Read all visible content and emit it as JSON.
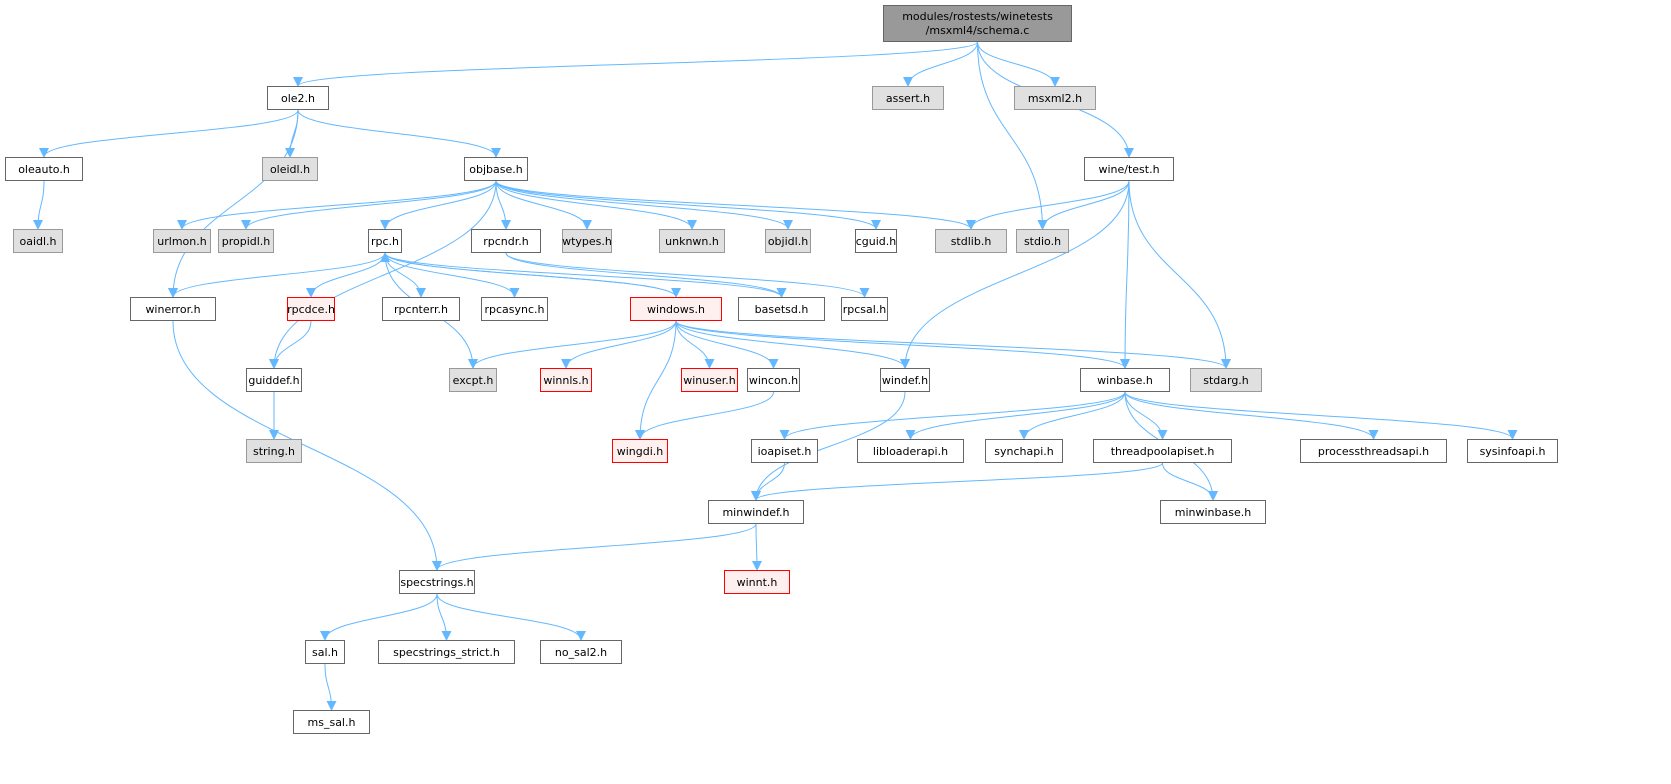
{
  "colors": {
    "edge": "#63b8ff",
    "root_fill": "#999999",
    "system_fill": "#e0e0e0",
    "truncated_border": "#ff0000"
  },
  "nodes": {
    "root": {
      "label": "modules/rostests/winetests\n/msxml4/schema.c",
      "kind": "root"
    },
    "ole2": {
      "label": "ole2.h",
      "kind": "normal"
    },
    "assert": {
      "label": "assert.h",
      "kind": "system"
    },
    "msxml2": {
      "label": "msxml2.h",
      "kind": "system"
    },
    "winetest": {
      "label": "wine/test.h",
      "kind": "normal"
    },
    "oleauto": {
      "label": "oleauto.h",
      "kind": "normal"
    },
    "oleidl": {
      "label": "oleidl.h",
      "kind": "system"
    },
    "objbase": {
      "label": "objbase.h",
      "kind": "normal"
    },
    "oaidl": {
      "label": "oaidl.h",
      "kind": "system"
    },
    "urlmon": {
      "label": "urlmon.h",
      "kind": "system"
    },
    "propidl": {
      "label": "propidl.h",
      "kind": "system"
    },
    "rpc": {
      "label": "rpc.h",
      "kind": "normal"
    },
    "rpcndr": {
      "label": "rpcndr.h",
      "kind": "normal"
    },
    "wtypes": {
      "label": "wtypes.h",
      "kind": "system"
    },
    "unknwn": {
      "label": "unknwn.h",
      "kind": "system"
    },
    "objidl": {
      "label": "objidl.h",
      "kind": "system"
    },
    "cguid": {
      "label": "cguid.h",
      "kind": "normal"
    },
    "stdlib": {
      "label": "stdlib.h",
      "kind": "system"
    },
    "stdio": {
      "label": "stdio.h",
      "kind": "system"
    },
    "winerror": {
      "label": "winerror.h",
      "kind": "normal"
    },
    "rpcdce": {
      "label": "rpcdce.h",
      "kind": "truncated"
    },
    "rpcnterr": {
      "label": "rpcnterr.h",
      "kind": "normal"
    },
    "rpcasync": {
      "label": "rpcasync.h",
      "kind": "normal"
    },
    "windows": {
      "label": "windows.h",
      "kind": "truncated"
    },
    "basetsd": {
      "label": "basetsd.h",
      "kind": "normal"
    },
    "rpcsal": {
      "label": "rpcsal.h",
      "kind": "normal"
    },
    "guiddef": {
      "label": "guiddef.h",
      "kind": "normal"
    },
    "excpt": {
      "label": "excpt.h",
      "kind": "system"
    },
    "winnls": {
      "label": "winnls.h",
      "kind": "truncated"
    },
    "winuser": {
      "label": "winuser.h",
      "kind": "truncated"
    },
    "wincon": {
      "label": "wincon.h",
      "kind": "normal"
    },
    "windef": {
      "label": "windef.h",
      "kind": "normal"
    },
    "winbase": {
      "label": "winbase.h",
      "kind": "normal"
    },
    "stdarg": {
      "label": "stdarg.h",
      "kind": "system"
    },
    "string": {
      "label": "string.h",
      "kind": "system"
    },
    "wingdi": {
      "label": "wingdi.h",
      "kind": "truncated"
    },
    "ioapiset": {
      "label": "ioapiset.h",
      "kind": "normal"
    },
    "libloaderapi": {
      "label": "libloaderapi.h",
      "kind": "normal"
    },
    "synchapi": {
      "label": "synchapi.h",
      "kind": "normal"
    },
    "threadpoolapiset": {
      "label": "threadpoolapiset.h",
      "kind": "normal"
    },
    "processthreadsapi": {
      "label": "processthreadsapi.h",
      "kind": "normal"
    },
    "sysinfoapi": {
      "label": "sysinfoapi.h",
      "kind": "normal"
    },
    "minwindef": {
      "label": "minwindef.h",
      "kind": "normal"
    },
    "minwinbase": {
      "label": "minwinbase.h",
      "kind": "normal"
    },
    "specstrings": {
      "label": "specstrings.h",
      "kind": "normal"
    },
    "winnt": {
      "label": "winnt.h",
      "kind": "truncated"
    },
    "sal": {
      "label": "sal.h",
      "kind": "normal"
    },
    "specstrings_strict": {
      "label": "specstrings_strict.h",
      "kind": "normal"
    },
    "no_sal2": {
      "label": "no_sal2.h",
      "kind": "normal"
    },
    "ms_sal": {
      "label": "ms_sal.h",
      "kind": "normal"
    }
  },
  "edges": [
    [
      "root",
      "ole2"
    ],
    [
      "root",
      "assert"
    ],
    [
      "root",
      "msxml2"
    ],
    [
      "root",
      "stdio"
    ],
    [
      "root",
      "winetest"
    ],
    [
      "ole2",
      "oleauto"
    ],
    [
      "ole2",
      "oleidl"
    ],
    [
      "ole2",
      "objbase"
    ],
    [
      "ole2",
      "winerror"
    ],
    [
      "oleauto",
      "oaidl"
    ],
    [
      "objbase",
      "urlmon"
    ],
    [
      "objbase",
      "propidl"
    ],
    [
      "objbase",
      "rpc"
    ],
    [
      "objbase",
      "rpcndr"
    ],
    [
      "objbase",
      "wtypes"
    ],
    [
      "objbase",
      "unknwn"
    ],
    [
      "objbase",
      "objidl"
    ],
    [
      "objbase",
      "cguid"
    ],
    [
      "objbase",
      "stdlib"
    ],
    [
      "objbase",
      "guiddef"
    ],
    [
      "winetest",
      "stdlib"
    ],
    [
      "winetest",
      "stdio"
    ],
    [
      "winetest",
      "windef"
    ],
    [
      "winetest",
      "winbase"
    ],
    [
      "winetest",
      "stdarg"
    ],
    [
      "rpc",
      "winerror"
    ],
    [
      "rpc",
      "rpcdce"
    ],
    [
      "rpc",
      "rpcnterr"
    ],
    [
      "rpc",
      "rpcasync"
    ],
    [
      "rpc",
      "windows"
    ],
    [
      "rpc",
      "basetsd"
    ],
    [
      "rpc",
      "excpt"
    ],
    [
      "rpcndr",
      "basetsd"
    ],
    [
      "rpcndr",
      "rpcsal"
    ],
    [
      "windows",
      "rpc"
    ],
    [
      "windows",
      "excpt"
    ],
    [
      "windows",
      "winnls"
    ],
    [
      "windows",
      "wingdi"
    ],
    [
      "windows",
      "winuser"
    ],
    [
      "windows",
      "wincon"
    ],
    [
      "windows",
      "windef"
    ],
    [
      "windows",
      "winbase"
    ],
    [
      "windows",
      "stdarg"
    ],
    [
      "rpcdce",
      "guiddef"
    ],
    [
      "guiddef",
      "string"
    ],
    [
      "winerror",
      "specstrings"
    ],
    [
      "wincon",
      "wingdi"
    ],
    [
      "windef",
      "minwindef"
    ],
    [
      "winbase",
      "ioapiset"
    ],
    [
      "winbase",
      "libloaderapi"
    ],
    [
      "winbase",
      "synchapi"
    ],
    [
      "winbase",
      "threadpoolapiset"
    ],
    [
      "winbase",
      "processthreadsapi"
    ],
    [
      "winbase",
      "sysinfoapi"
    ],
    [
      "winbase",
      "minwinbase"
    ],
    [
      "ioapiset",
      "minwindef"
    ],
    [
      "threadpoolapiset",
      "minwindef"
    ],
    [
      "threadpoolapiset",
      "minwinbase"
    ],
    [
      "minwindef",
      "specstrings"
    ],
    [
      "minwindef",
      "winnt"
    ],
    [
      "specstrings",
      "sal"
    ],
    [
      "specstrings",
      "specstrings_strict"
    ],
    [
      "specstrings",
      "no_sal2"
    ],
    [
      "sal",
      "ms_sal"
    ]
  ]
}
